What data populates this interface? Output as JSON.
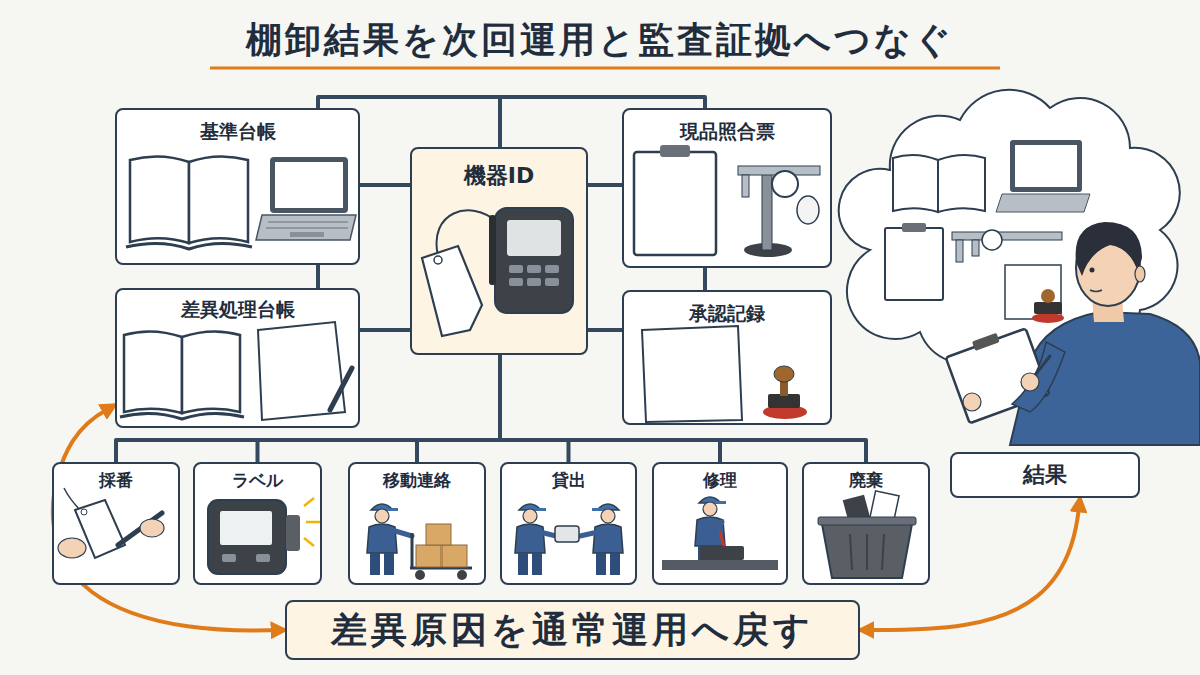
{
  "diagram": {
    "title": "棚卸結果を次回運用と監査証拠へつなぐ",
    "nodes": [
      {
        "text": [
          "基準台帳"
        ]
      },
      {
        "text": [
          "機器ID"
        ]
      },
      {
        "text": [
          "現品照合票"
        ]
      },
      {
        "text": [
          "差異処理台帳"
        ]
      },
      {
        "text": [
          "承認記録"
        ]
      },
      {
        "text": [
          "採番"
        ]
      },
      {
        "text": [
          "ラベル"
        ]
      },
      {
        "text": [
          "移動連絡"
        ]
      },
      {
        "text": [
          "貸出"
        ]
      },
      {
        "text": [
          "修理"
        ]
      },
      {
        "text": [
          "廃棄"
        ]
      },
      {
        "text": [
          "結果"
        ]
      },
      {
        "text": [
          "差異原因を通常運用へ戻す"
        ]
      }
    ],
    "edges": [
      {
        "from": 1,
        "to": 0,
        "arrow": "none"
      },
      {
        "from": 1,
        "to": 2,
        "arrow": "none"
      },
      {
        "from": 1,
        "to": 3,
        "arrow": "none"
      },
      {
        "from": 1,
        "to": 4,
        "arrow": "none"
      },
      {
        "from": 1,
        "to": 5,
        "arrow": "none"
      },
      {
        "from": 1,
        "to": 6,
        "arrow": "none"
      },
      {
        "from": 1,
        "to": 7,
        "arrow": "none"
      },
      {
        "from": 1,
        "to": 8,
        "arrow": "none"
      },
      {
        "from": 1,
        "to": 9,
        "arrow": "none"
      },
      {
        "from": 1,
        "to": 10,
        "arrow": "none"
      },
      {
        "from": 1,
        "to": 0,
        "arrow": "none"
      },
      {
        "from": 1,
        "to": 2,
        "arrow": "none"
      },
      {
        "from": 0,
        "to": 3,
        "arrow": "none"
      },
      {
        "from": 2,
        "to": 4,
        "arrow": "none"
      },
      {
        "from": 3,
        "to": 12,
        "arrow": "both"
      },
      {
        "from": 12,
        "to": 11,
        "arrow": "both"
      }
    ]
  }
}
